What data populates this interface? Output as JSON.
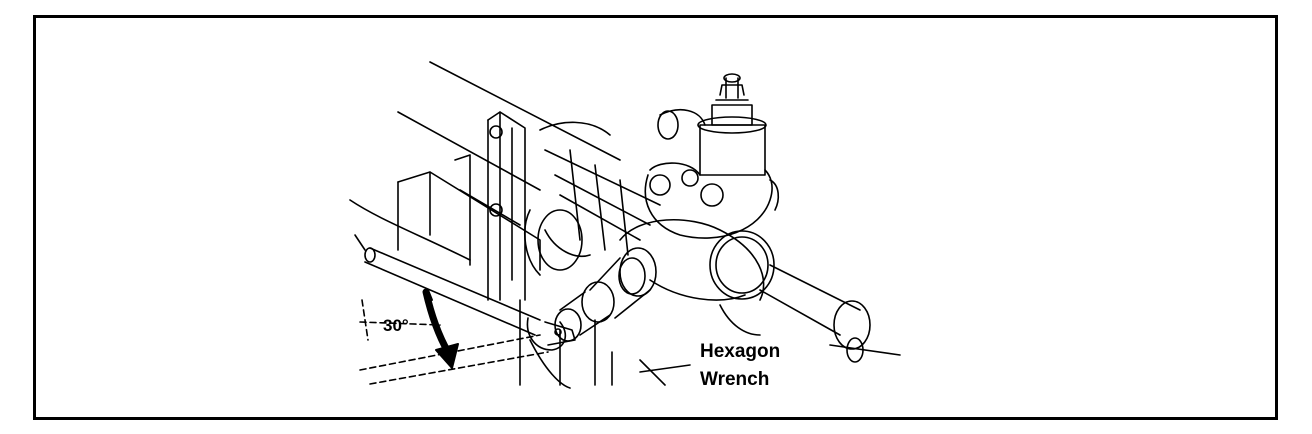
{
  "labels": {
    "angle": "30°",
    "tool_line1": "Hexagon",
    "tool_line2": "Wrench"
  },
  "colors": {
    "ink": "#000000",
    "paper": "#ffffff"
  }
}
